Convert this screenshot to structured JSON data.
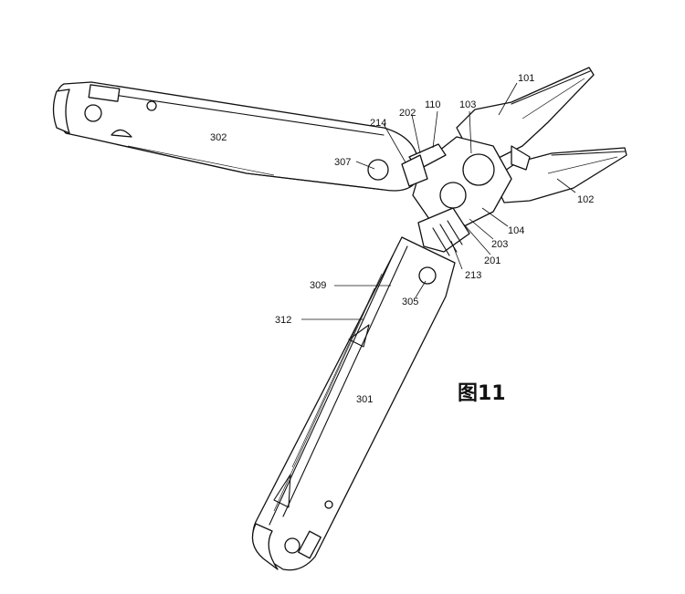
{
  "caption": "图11",
  "labels": {
    "l101": "101",
    "l102": "102",
    "l103": "103",
    "l104": "104",
    "l110": "110",
    "l201": "201",
    "l202": "202",
    "l203": "203",
    "l213": "213",
    "l214": "214",
    "l301": "301",
    "l302": "302",
    "l305": "305",
    "l307": "307",
    "l309": "309",
    "l312": "312"
  }
}
